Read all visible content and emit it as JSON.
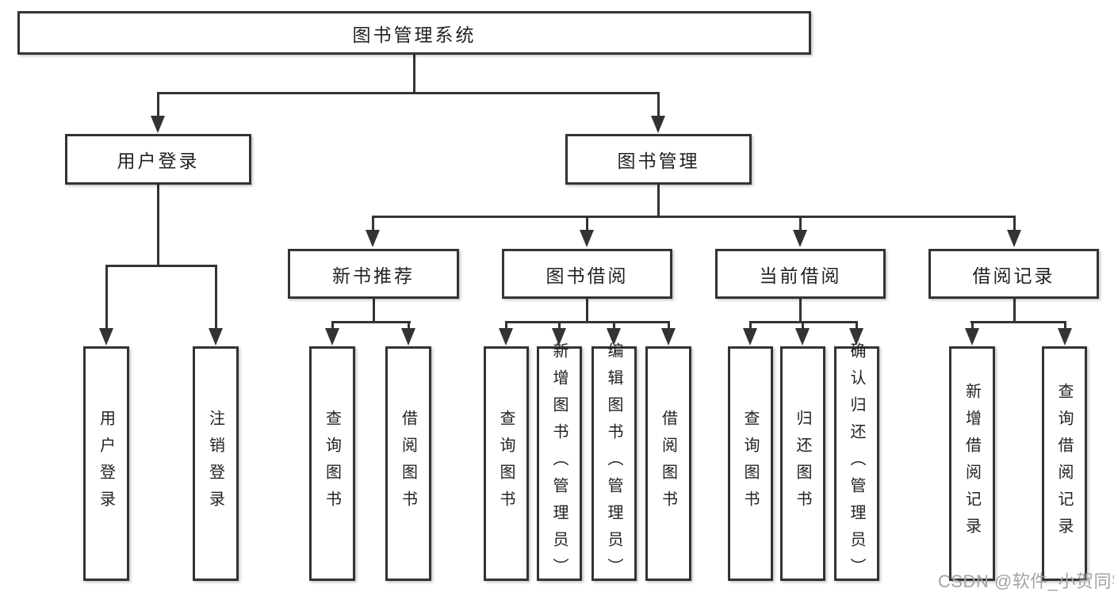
{
  "tree": {
    "label": "图书管理系统",
    "children": [
      {
        "label": "用户登录",
        "children": [
          {
            "label": "用户登录"
          },
          {
            "label": "注销登录"
          }
        ]
      },
      {
        "label": "图书管理",
        "children": [
          {
            "label": "新书推荐",
            "children": [
              {
                "label": "查询图书"
              },
              {
                "label": "借阅图书"
              }
            ]
          },
          {
            "label": "图书借阅",
            "children": [
              {
                "label": "查询图书"
              },
              {
                "label": "新增图书（管理员）"
              },
              {
                "label": "编辑图书（管理员）"
              },
              {
                "label": "借阅图书"
              }
            ]
          },
          {
            "label": "当前借阅",
            "children": [
              {
                "label": "查询图书"
              },
              {
                "label": "归还图书"
              },
              {
                "label": "确认归还（管理员）"
              }
            ]
          },
          {
            "label": "借阅记录",
            "children": [
              {
                "label": "新增借阅记录"
              },
              {
                "label": "查询借阅记录"
              }
            ]
          }
        ]
      }
    ]
  },
  "watermark": {
    "text": "CSDN @软件_小贺同学"
  },
  "colors": {
    "line": "#333333",
    "box_fill": "#ffffff",
    "text": "#222222",
    "watermark": "#a3a3a3"
  }
}
